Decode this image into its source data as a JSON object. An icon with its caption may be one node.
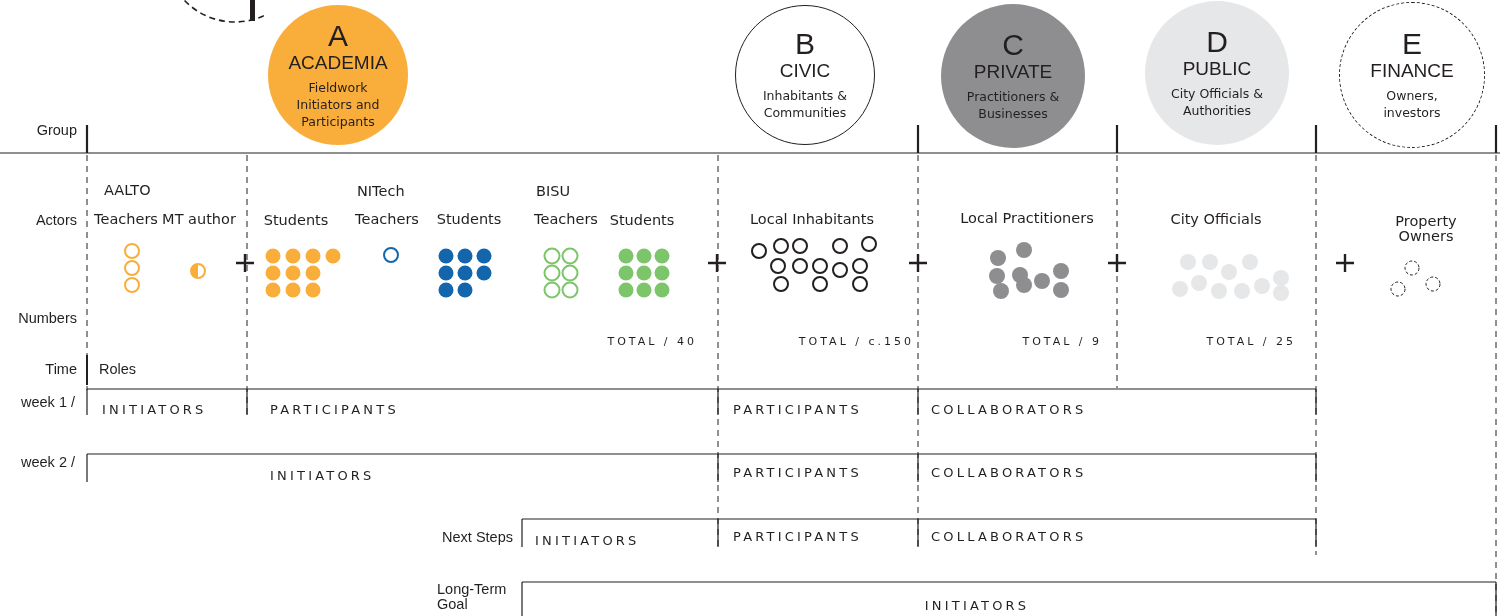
{
  "diagram": {
    "nodes": [
      {
        "text": [],
        "shape": "circle"
      },
      {
        "text": [
          "A",
          "ACADEMIA",
          "Fieldwork Initiators and Participants"
        ]
      },
      {
        "text": [
          "B",
          "CIVIC",
          "Inhabitants & Communities"
        ]
      },
      {
        "text": [
          "C",
          "PRIVATE",
          "Practitioners & Businesses"
        ]
      },
      {
        "text": [
          "D",
          "PUBLIC",
          "City Officials & Authorities"
        ]
      },
      {
        "text": [
          "E",
          "FINANCE",
          "Owners, investors"
        ]
      }
    ],
    "edges": [],
    "labels": [
      "Group",
      "AALTO",
      "NITech",
      "BISU",
      "Actors",
      "Teachers",
      "MT author",
      "Students",
      "Teachers",
      "Students",
      "Teachers",
      "Students",
      "Local Inhabitants",
      "Local Practitioners",
      "City Officials",
      "Property Owners",
      "Numbers",
      "TOTAL / 40",
      "TOTAL / c.150",
      "TOTAL / 9",
      "TOTAL / 25",
      "Time",
      "Roles",
      "week 1 /",
      "INITIATORS",
      "PARTICIPANTS",
      "PARTICIPANTS",
      "COLLABORATORS",
      "week 2 /",
      "INITIATORS",
      "PARTICIPANTS",
      "COLLABORATORS",
      "Next Steps",
      "INITIATORS",
      "PARTICIPANTS",
      "COLLABORATORS",
      "Long-Term Goal",
      "INITIATORS"
    ]
  }
}
